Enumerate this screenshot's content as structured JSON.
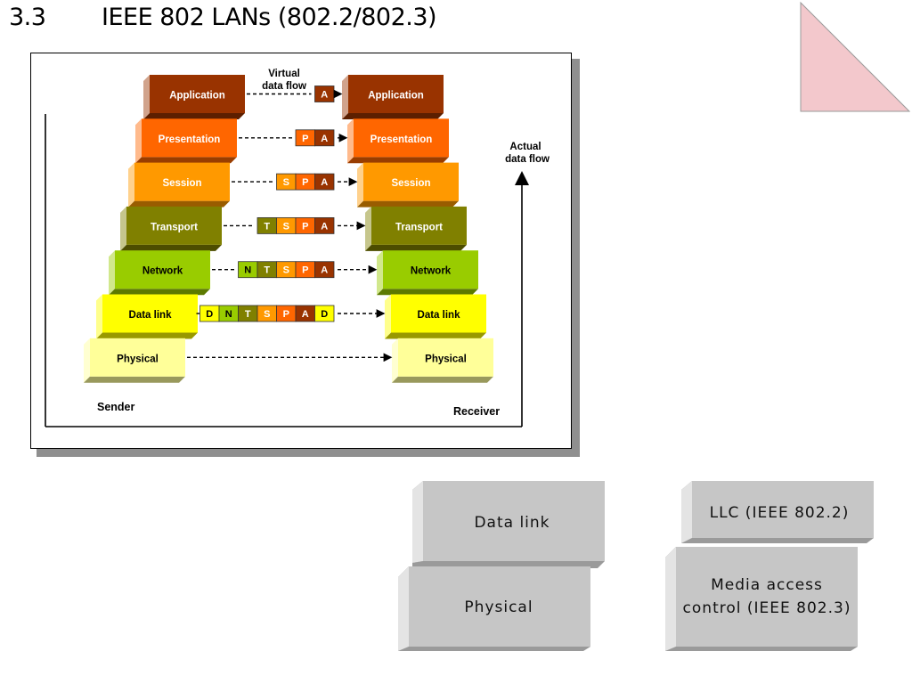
{
  "slide": {
    "number": "3.3",
    "title": "IEEE 802 LANs (802.2/802.3)"
  },
  "diagram": {
    "virtual_flow_label": [
      "Virtual",
      "data flow"
    ],
    "actual_flow_label": [
      "Actual",
      "data flow"
    ],
    "sender_label": "Sender",
    "receiver_label": "Receiver",
    "layers": [
      {
        "name": "Application",
        "color": "#993300",
        "text_color": "#ffffff",
        "headers": [
          "A"
        ]
      },
      {
        "name": "Presentation",
        "color": "#ff6600",
        "text_color": "#ffffff",
        "headers": [
          "P",
          "A"
        ]
      },
      {
        "name": "Session",
        "color": "#ff9900",
        "text_color": "#ffffff",
        "headers": [
          "S",
          "P",
          "A"
        ]
      },
      {
        "name": "Transport",
        "color": "#808000",
        "text_color": "#ffffff",
        "headers": [
          "T",
          "S",
          "P",
          "A"
        ]
      },
      {
        "name": "Network",
        "color": "#99cc00",
        "text_color": "#000000",
        "headers": [
          "N",
          "T",
          "S",
          "P",
          "A"
        ]
      },
      {
        "name": "Data link",
        "color": "#ffff00",
        "text_color": "#000000",
        "headers": [
          "D",
          "N",
          "T",
          "S",
          "P",
          "A",
          "D"
        ]
      },
      {
        "name": "Physical",
        "color": "#ffff99",
        "text_color": "#000000",
        "headers": []
      }
    ],
    "header_colors": {
      "A": "#993300",
      "P": "#ff6600",
      "S": "#ff9900",
      "T": "#808000",
      "N": "#99cc00",
      "D": "#ffff00"
    }
  },
  "ieee_mapping": {
    "osi_blocks": [
      "Data link",
      "Physical"
    ],
    "ieee_blocks": [
      "LLC (IEEE 802.2)",
      "Media access",
      "control (IEEE 802.3)"
    ]
  }
}
